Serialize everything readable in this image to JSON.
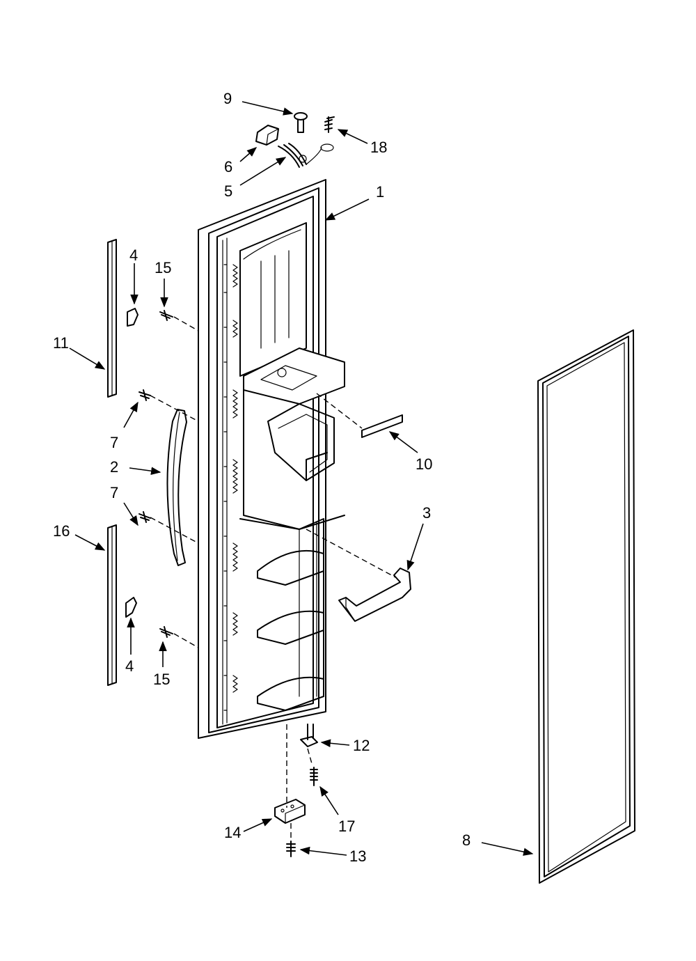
{
  "callouts": [
    {
      "id": "c9",
      "label": "9"
    },
    {
      "id": "c18",
      "label": "18"
    },
    {
      "id": "c6",
      "label": "6"
    },
    {
      "id": "c5",
      "label": "5"
    },
    {
      "id": "c1",
      "label": "1"
    },
    {
      "id": "c4a",
      "label": "4"
    },
    {
      "id": "c15a",
      "label": "15"
    },
    {
      "id": "c11",
      "label": "11"
    },
    {
      "id": "c7a",
      "label": "7"
    },
    {
      "id": "c2",
      "label": "2"
    },
    {
      "id": "c7b",
      "label": "7"
    },
    {
      "id": "c16",
      "label": "16"
    },
    {
      "id": "c4b",
      "label": "4"
    },
    {
      "id": "c15b",
      "label": "15"
    },
    {
      "id": "c10",
      "label": "10"
    },
    {
      "id": "c3",
      "label": "3"
    },
    {
      "id": "c12",
      "label": "12"
    },
    {
      "id": "c17",
      "label": "17"
    },
    {
      "id": "c14",
      "label": "14"
    },
    {
      "id": "c13",
      "label": "13"
    },
    {
      "id": "c8",
      "label": "8"
    }
  ]
}
